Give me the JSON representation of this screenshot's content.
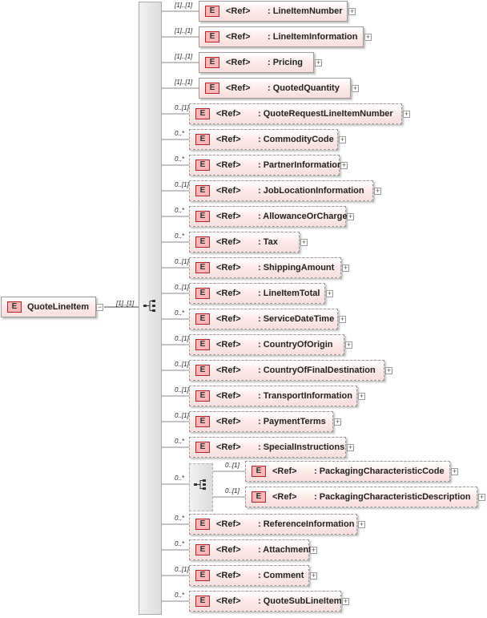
{
  "root": {
    "badge": "E",
    "name": "QuoteLineItem",
    "cardinality": "[1]..[1]"
  },
  "ref_label": "<Ref>",
  "badge_label": "E",
  "children": [
    {
      "name": ": LineItemNumber",
      "card": "[1]..[1]",
      "required": true
    },
    {
      "name": ": LineItemInformation",
      "card": "[1]..[1]",
      "required": true
    },
    {
      "name": ": Pricing",
      "card": "[1]..[1]",
      "required": true
    },
    {
      "name": ": QuotedQuantity",
      "card": "[1]..[1]",
      "required": true
    },
    {
      "name": ": QuoteRequestLineItemNumber",
      "card": "0..[1]",
      "required": false
    },
    {
      "name": ": CommodityCode",
      "card": "0..*",
      "required": false
    },
    {
      "name": ": PartnerInformation",
      "card": "0..*",
      "required": false
    },
    {
      "name": ": JobLocationInformation",
      "card": "0..[1]",
      "required": false
    },
    {
      "name": ": AllowanceOrCharge",
      "card": "0..*",
      "required": false
    },
    {
      "name": ": Tax",
      "card": "0..*",
      "required": false
    },
    {
      "name": ": ShippingAmount",
      "card": "0..[1]",
      "required": false
    },
    {
      "name": ": LineItemTotal",
      "card": "0..[1]",
      "required": false
    },
    {
      "name": ": ServiceDateTime",
      "card": "0..*",
      "required": false
    },
    {
      "name": ": CountryOfOrigin",
      "card": "0..[1]",
      "required": false
    },
    {
      "name": ": CountryOfFinalDestination",
      "card": "0..[1]",
      "required": false
    },
    {
      "name": ": TransportInformation",
      "card": "0..[1]",
      "required": false
    },
    {
      "name": ": PaymentTerms",
      "card": "0..[1]",
      "required": false
    },
    {
      "name": ": SpecialInstructions",
      "card": "0..*",
      "required": false
    },
    {
      "group": true,
      "card": "0..*",
      "items": [
        {
          "name": ": PackagingCharacteristicCode",
          "card": "0..[1]",
          "required": false
        },
        {
          "name": ": PackagingCharacteristicDescription",
          "card": "0..[1]",
          "required": false
        }
      ]
    },
    {
      "name": ": ReferenceInformation",
      "card": "0..*",
      "required": false
    },
    {
      "name": ": Attachment",
      "card": "0..*",
      "required": false
    },
    {
      "name": ": Comment",
      "card": "0..[1]",
      "required": false
    },
    {
      "name": ": QuoteSubLineItem",
      "card": "0..*",
      "required": false
    }
  ]
}
